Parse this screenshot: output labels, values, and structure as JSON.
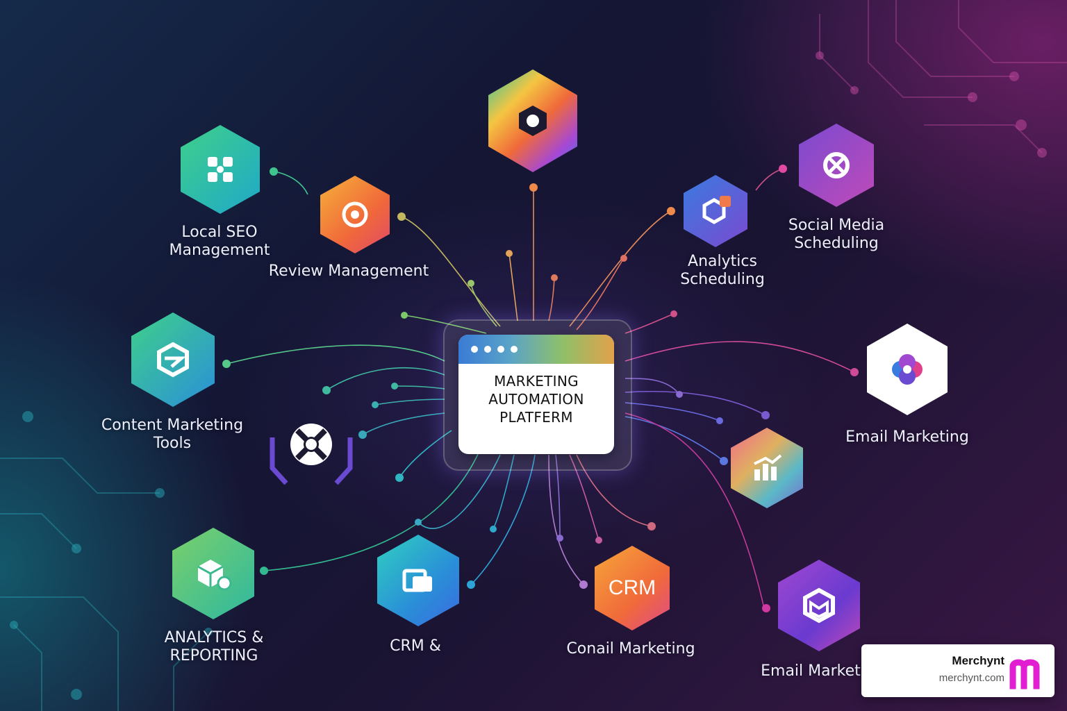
{
  "center": {
    "line1": "MARKETING",
    "line2": "AUTOMATION",
    "line3": "PLATFERM"
  },
  "labels": {
    "local_seo": "Local SEO\nManagement",
    "review": "Review Management",
    "analytics_scheduling": "Analytics\nScheduling",
    "social_media": "Social Media\nScheduling",
    "content_marketing": "Content Marketing\nTools",
    "email_marketing_1": "Email Marketing",
    "analytics_reporting": "ANALYTICS &\nREPORTING",
    "crm_and": "CRM &",
    "conail_marketing": "Conail Marketing",
    "crm_icon_text": "CRM",
    "email_marketing_2": "Email Marketi"
  },
  "brand": {
    "name": "Merchynt",
    "url": "merchynt.com",
    "logo_letter": "m"
  },
  "colors": {
    "brand_accent": "#e21fd0",
    "teal": "#2fc4b8",
    "purple": "#8a3fd1",
    "orange": "#f07a3a"
  }
}
